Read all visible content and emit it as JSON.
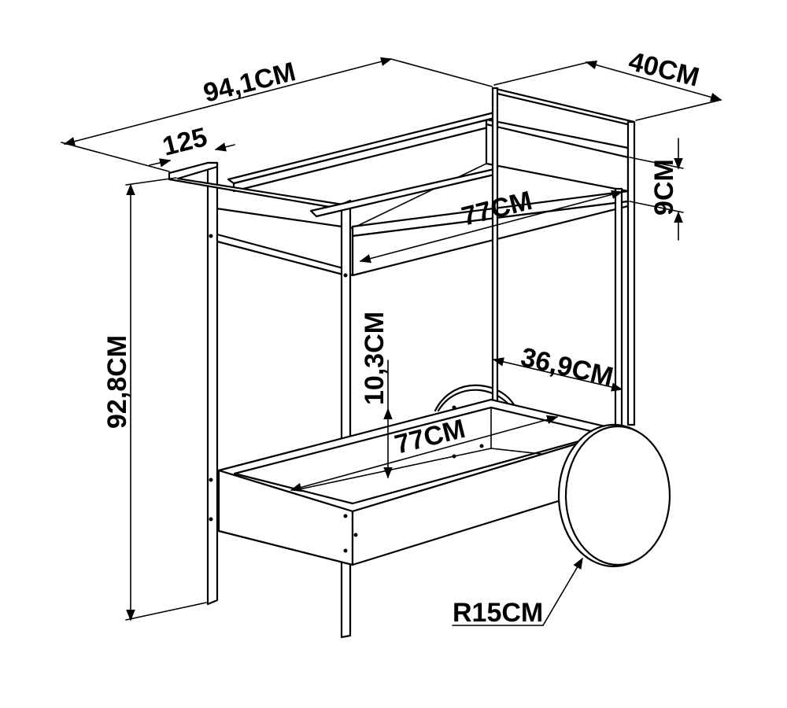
{
  "dimensions": {
    "total_width": "94,1CM",
    "depth": "40CM",
    "handle_offset": "125",
    "top_shelf_depth": "9CM",
    "top_shelf_length": "77CM",
    "height": "92,8CM",
    "bottom_shelf_depth": "10,3CM",
    "bottom_shelf_length": "77CM",
    "wheel_offset": "36,9CM",
    "wheel_radius": "R15CM"
  }
}
